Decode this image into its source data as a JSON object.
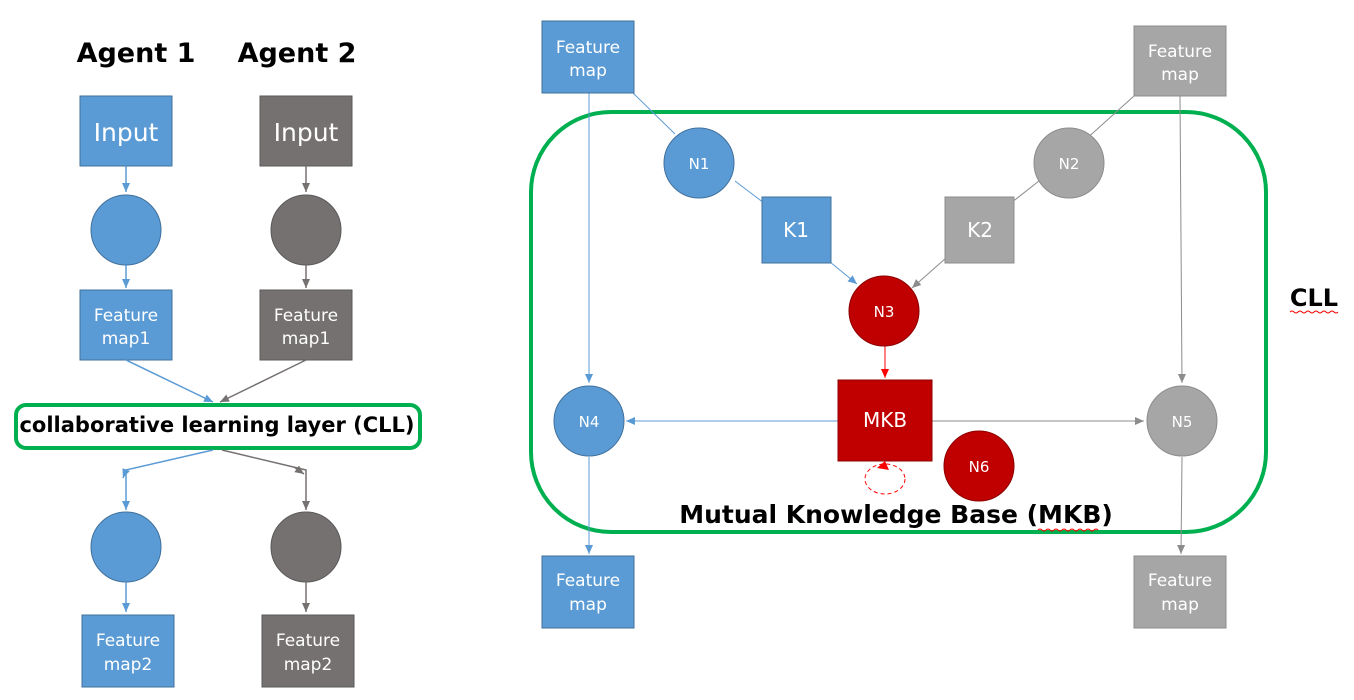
{
  "colors": {
    "agent1": "#5B9BD5",
    "agent2": "#767171",
    "agent2_right": "#A6A6A6",
    "mkb": "#C00000",
    "cll_border": "#00B050"
  },
  "left": {
    "agent1_title": "Agent 1",
    "agent2_title": "Agent 2",
    "agent1_input": "Input",
    "agent2_input": "Input",
    "agent1_featmap1": [
      "Feature",
      "map1"
    ],
    "agent2_featmap1": [
      "Feature",
      "map1"
    ],
    "cll_label": "collaborative learning layer (CLL)",
    "agent1_featmap2": [
      "Feature",
      "map2"
    ],
    "agent2_featmap2": [
      "Feature",
      "map2"
    ]
  },
  "right": {
    "top_left_featmap": [
      "Feature",
      "map"
    ],
    "top_right_featmap": [
      "Feature",
      "map"
    ],
    "bottom_left_featmap": [
      "Feature",
      "map"
    ],
    "bottom_right_featmap": [
      "Feature",
      "map"
    ],
    "n1": "N1",
    "n2": "N2",
    "n3": "N3",
    "n4": "N4",
    "n5": "N5",
    "n6": "N6",
    "k1": "K1",
    "k2": "K2",
    "mkb": "MKB",
    "mkb_caption": "Mutual Knowledge Base (MKB)",
    "cll_side_label": "CLL"
  }
}
